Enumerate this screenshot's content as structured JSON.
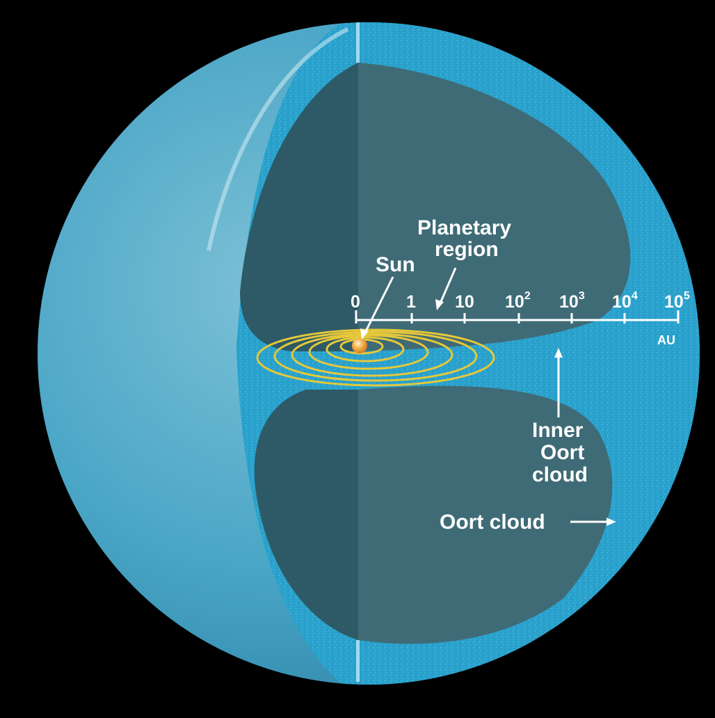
{
  "labels": {
    "planetary_region_line1": "Planetary",
    "planetary_region_line2": "region",
    "sun": "Sun",
    "inner_oort_line1": "Inner",
    "inner_oort_line2": "Oort",
    "inner_oort_line3": "cloud",
    "oort_cloud": "Oort cloud"
  },
  "scale": {
    "unit": "AU",
    "ticks": [
      {
        "base": "0",
        "exp": ""
      },
      {
        "base": "1",
        "exp": ""
      },
      {
        "base": "10",
        "exp": ""
      },
      {
        "base": "10",
        "exp": "2"
      },
      {
        "base": "10",
        "exp": "3"
      },
      {
        "base": "10",
        "exp": "4"
      },
      {
        "base": "10",
        "exp": "5"
      }
    ]
  },
  "colors": {
    "background": "#000000",
    "outer_shell": "#4aa6c6",
    "shell_cut_face": "#29a3cf",
    "inner_cavity": "#3f6b76",
    "inner_cavity_left": "#2d5a66",
    "sun": "#f0a040",
    "orbits": "#e6c83a",
    "text": "#ffffff"
  }
}
